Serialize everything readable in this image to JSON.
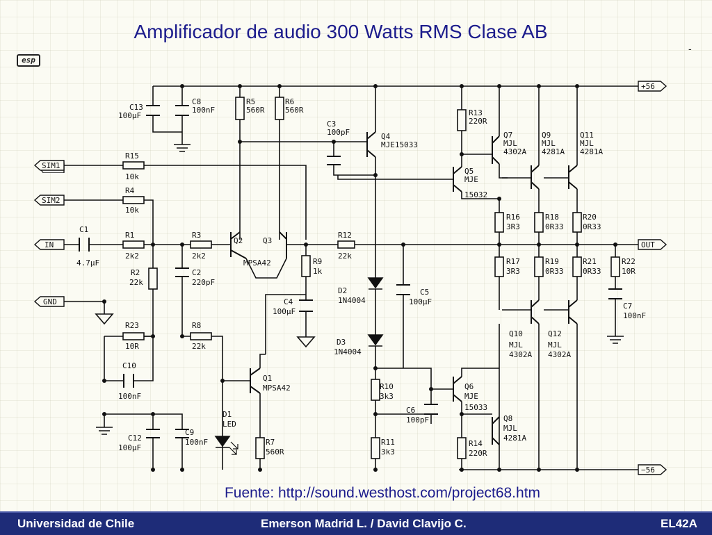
{
  "title": "Amplificador de audio 300 Watts RMS Clase AB",
  "logo": "esp",
  "source": "Fuente: http://sound.westhost.com/project68.htm",
  "footer": {
    "left": "Universidad de Chile",
    "center": "Emerson Madrid L.   /   David Clavijo C.",
    "right": "EL42A"
  },
  "ports": {
    "vpos": "+56",
    "vneg": "−56",
    "out": "OUT",
    "sim1": "SIM1",
    "sim2": "SIM2",
    "in": "IN",
    "gnd": "GND"
  },
  "components": {
    "c13": [
      "C13",
      "100µF"
    ],
    "c8": [
      "C8",
      "100nF"
    ],
    "r5": [
      "R5",
      "560R"
    ],
    "r6": [
      "R6",
      "560R"
    ],
    "c3": [
      "C3",
      "100pF"
    ],
    "q4": [
      "Q4",
      "MJE15033"
    ],
    "r13": [
      "R13",
      "220R"
    ],
    "q7": [
      "Q7",
      "MJL",
      "4302A"
    ],
    "q9": [
      "Q9",
      "MJL",
      "4281A"
    ],
    "q11": [
      "Q11",
      "MJL",
      "4281A"
    ],
    "r15": [
      "R15",
      "10k"
    ],
    "r4": [
      "R4",
      "10k"
    ],
    "q5": [
      "Q5",
      "MJE",
      "15032"
    ],
    "c1": [
      "C1",
      "4.7µF"
    ],
    "r1": [
      "R1",
      "2k2"
    ],
    "r2": [
      "R2",
      "22k"
    ],
    "r3": [
      "R3",
      "2k2"
    ],
    "c2": [
      "C2",
      "220pF"
    ],
    "q2": [
      "Q2",
      "MPSA42"
    ],
    "q3": "Q3",
    "r9": [
      "R9",
      "1k"
    ],
    "r12": [
      "R12",
      "22k"
    ],
    "c4": [
      "C4",
      "100µF"
    ],
    "d2": [
      "D2",
      "1N4004"
    ],
    "c5": [
      "C5",
      "100µF"
    ],
    "r16": [
      "R16",
      "3R3"
    ],
    "r18": [
      "R18",
      "0R33"
    ],
    "r20": [
      "R20",
      "0R33"
    ],
    "r17": [
      "R17",
      "3R3"
    ],
    "r19": [
      "R19",
      "0R33"
    ],
    "r21": [
      "R21",
      "0R33"
    ],
    "r22": [
      "R22",
      "10R"
    ],
    "c7": [
      "C7",
      "100nF"
    ],
    "d3": [
      "D3",
      "1N4004"
    ],
    "r23": [
      "R23",
      "10R"
    ],
    "r8": [
      "R8",
      "22k"
    ],
    "c10": [
      "C10",
      "100nF"
    ],
    "q10": [
      "Q10",
      "MJL",
      "4302A"
    ],
    "q12": [
      "Q12",
      "MJL",
      "4302A"
    ],
    "q1": [
      "Q1",
      "MPSA42"
    ],
    "d1": [
      "D1",
      "LED"
    ],
    "r10": [
      "R10",
      "3k3"
    ],
    "q6": [
      "Q6",
      "MJE",
      "15033"
    ],
    "c6": [
      "C6",
      "100pF"
    ],
    "q8": [
      "Q8",
      "MJL",
      "4281A"
    ],
    "c12": [
      "C12",
      "100µF"
    ],
    "c9": [
      "C9",
      "100nF"
    ],
    "r7": [
      "R7",
      "560R"
    ],
    "r11": [
      "R11",
      "3k3"
    ],
    "r14": [
      "R14",
      "220R"
    ]
  }
}
